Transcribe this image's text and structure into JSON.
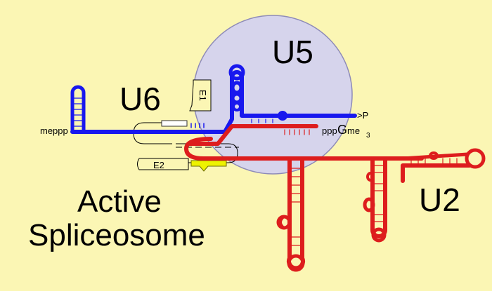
{
  "labels": {
    "u5": "U5",
    "u6": "U6",
    "u2": "U2",
    "title_line1": "Active",
    "title_line2": "Spliceosome",
    "cap_u6": "meppp",
    "cap_u2_ppp": "ppp",
    "cap_u2_g": "G",
    "cap_u2_me": "me",
    "cap_u2_sub": "3",
    "end_p": ">P",
    "exon1": "E1",
    "exon2": "E2"
  },
  "colors": {
    "background": "#fbf6b4",
    "u5_circle": "#d6d4ec",
    "u6_strand": "#1818ee",
    "u2_strand": "#dd1d1d",
    "exon2_fill": "#eef200"
  }
}
